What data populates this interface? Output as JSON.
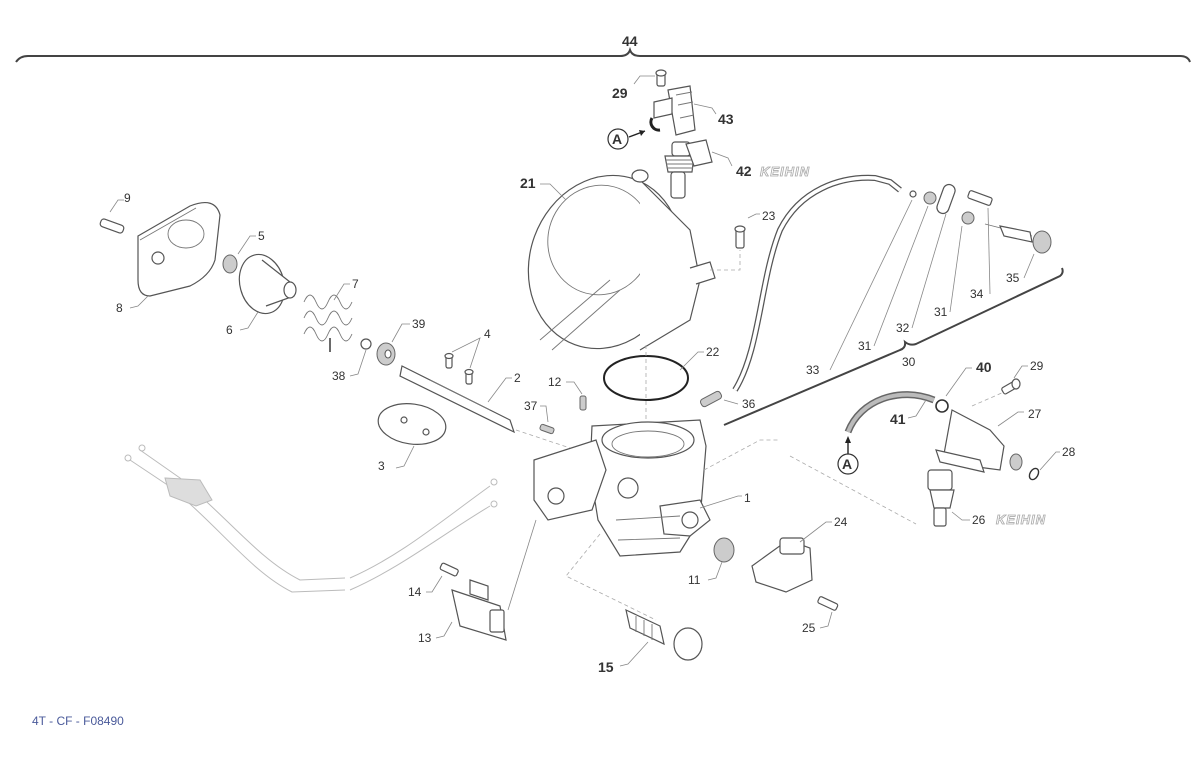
{
  "diagram": {
    "type": "exploded-parts-view",
    "subject": "Throttle body assembly",
    "figure_code": "4T - CF - F08490",
    "brand_logo": "KEIHIN",
    "group_labels": {
      "assembly": "44",
      "subassembly": "30"
    },
    "reference_marker": "A",
    "callouts": {
      "p1": "1",
      "p2": "2",
      "p3": "3",
      "p4": "4",
      "p5": "5",
      "p6": "6",
      "p7": "7",
      "p8": "8",
      "p9": "9",
      "p11": "11",
      "p12": "12",
      "p13": "13",
      "p14": "14",
      "p15": "15",
      "p21": "21",
      "p22": "22",
      "p23": "23",
      "p24": "24",
      "p25": "25",
      "p26": "26",
      "p27": "27",
      "p28": "28",
      "p29a": "29",
      "p29b": "29",
      "p31a": "31",
      "p31b": "31",
      "p32": "32",
      "p33": "33",
      "p34": "34",
      "p35": "35",
      "p36": "36",
      "p37": "37",
      "p38": "38",
      "p39": "39",
      "p40": "40",
      "p41": "41",
      "p42": "42",
      "p43": "43"
    }
  }
}
